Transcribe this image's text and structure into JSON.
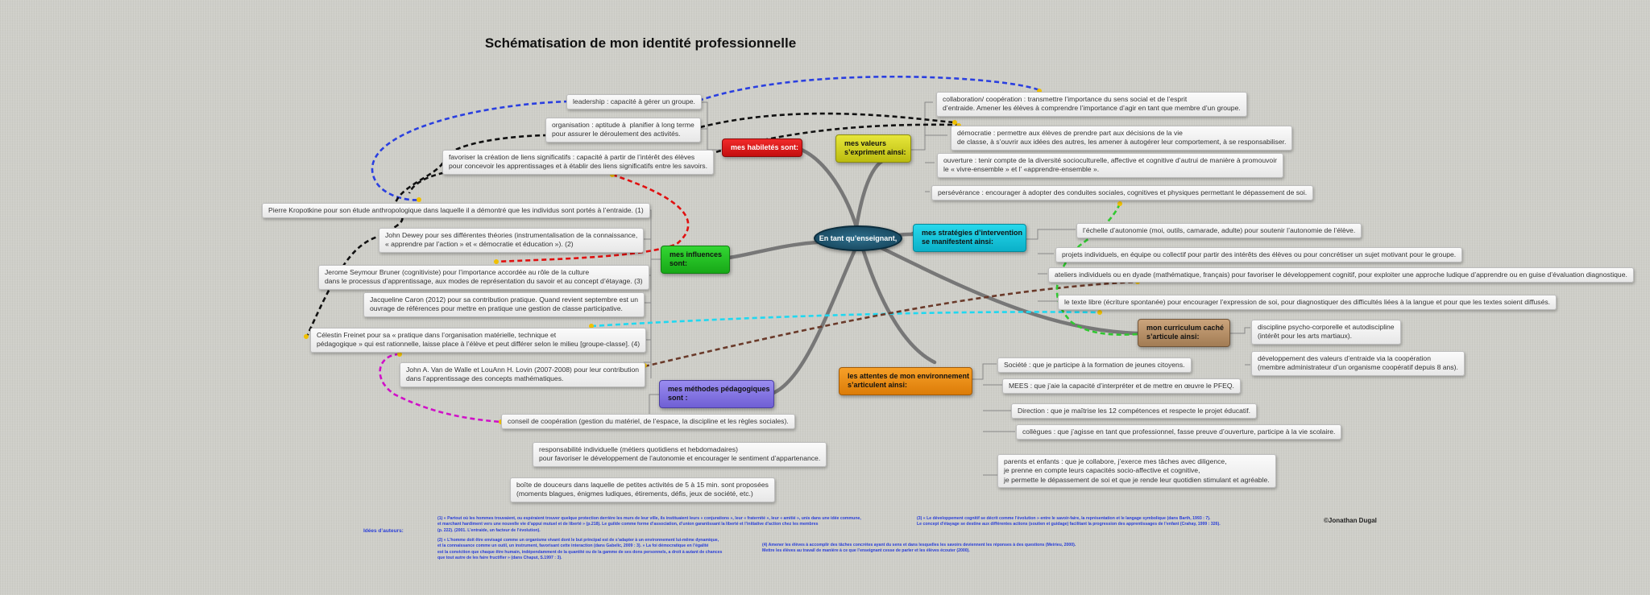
{
  "title": "Schématisation de mon identité professionnelle",
  "center": "En tant qu’enseignant,",
  "categories": {
    "habiletes": "mes habiletés sont:",
    "valeurs": "mes valeurs\ns’expriment ainsi:",
    "influences": "mes influences\nsont:",
    "strategies": "mes stratégies d’intervention\nse manifestent ainsi:",
    "methodes": "mes méthodes pédagogiques\nsont :",
    "attentes": "les attentes de mon environnement\ns’articulent ainsi:",
    "curriculum": "mon curriculum caché\ns’articule ainsi:"
  },
  "habiletes_items": [
    "leadership : capacité à gérer un groupe.",
    "organisation : aptitude à  planifier à long terme\npour assurer le déroulement des activités.",
    "favoriser la création de liens significatifs : capacité à partir de l’intérêt des élèves\npour concevoir les apprentissages et à établir des liens significatifs entre les savoirs."
  ],
  "valeurs_items": [
    "collaboration/ coopération : transmettre l’importance du sens social et de l’esprit\nd’entraide. Amener les élèves à comprendre l’importance d’agir en tant que membre d’un groupe.",
    "démocratie : permettre aux élèves de prendre part aux décisions de la vie\nde classe, à s’ouvrir aux idées des autres, les amener à autogérer leur comportement, à se responsabiliser.",
    "ouverture : tenir compte de la diversité socioculturelle, affective et cognitive d’autrui de manière à promouvoir\nle « vivre-ensemble » et l’ «apprendre-ensemble ».",
    "persévérance : encourager à adopter des conduites sociales, cognitives et physiques permettant le dépassement de soi."
  ],
  "influences_items": [
    "Pierre Kropotkine pour son étude anthropologique dans laquelle il a démontré que les individus sont portés à l’entraide. (1)",
    "John Dewey pour ses différentes théories (instrumentalisation de la connaissance,\n« apprendre par l’action » et « démocratie et éducation »). (2)",
    "Jerome Seymour Bruner (cognitiviste) pour l’importance accordée au rôle de la culture\ndans le processus d’apprentissage, aux modes de représentation du savoir et au concept d’étayage. (3)",
    "Jacqueline Caron (2012) pour sa contribution pratique. Quand revient septembre est un\nouvrage de références pour mettre en pratique une gestion de classe participative.",
    "Célestin Freinet pour sa « pratique dans l’organisation matérielle, technique et\npédagogique » qui est rationnelle, laisse place à l’élève et peut différer selon le milieu [groupe-classe]. (4)",
    "John A. Van de Walle et LouAnn H. Lovin (2007-2008) pour leur contribution\ndans l’apprentissage des concepts mathématiques."
  ],
  "strategies_items": [
    "l’échelle d’autonomie (moi, outils, camarade, adulte) pour soutenir l’autonomie de l’élève.",
    "projets individuels, en équipe ou collectif pour partir des intérêts des élèves ou pour concrétiser un sujet motivant pour le groupe.",
    "ateliers individuels ou en dyade (mathématique, français) pour favoriser le développement cognitif, pour exploiter une approche ludique d’apprendre ou en guise d’évaluation diagnostique.",
    "le texte libre (écriture spontanée) pour encourager l’expression de soi, pour diagnostiquer des difficultés liées à la langue et pour que les textes soient diffusés."
  ],
  "curriculum_items": [
    "discipline psycho-corporelle et autodiscipline\n(intérêt pour les arts martiaux).",
    "développement des valeurs d’entraide via la coopération\n(membre administrateur d’un organisme coopératif depuis 8 ans)."
  ],
  "attentes_items": [
    "Société : que je participe à la formation de jeunes citoyens.",
    "MEES : que j’aie la capacité d’interpréter et de mettre en œuvre le PFEQ.",
    "Direction : que je maîtrise les 12 compétences et respecte le projet éducatif.",
    "collègues : que j’agisse en tant que professionnel, fasse preuve d’ouverture, participe à la vie scolaire.",
    "parents et enfants : que je collabore, j’exerce mes tâches avec diligence,\nje prenne en compte leurs capacités socio-affective et cognitive,\nje permette le dépassement de soi et que je rende leur quotidien stimulant et agréable."
  ],
  "methodes_items": [
    "conseil de coopération (gestion du matériel, de l’espace, la discipline et les règles sociales).",
    "responsabilité individuelle (métiers quotidiens et hebdomadaires)\npour favoriser le développement de l’autonomie et encourager le sentiment d’appartenance.",
    "boîte de douceurs dans laquelle de petites activités de 5 à 15 min. sont proposées\n(moments blagues, énigmes ludiques, étirements, défis, jeux de société, etc.)"
  ],
  "footer": {
    "label": "Idées d’auteurs:",
    "note1": "(1) « Partout où les hommes trouvaient, ou espéraient trouver quelque protection derrière les murs de leur ville, ils instituaient leurs « conjurations », leur « fraternité », leur « amitié », unis dans une idée commune,\net marchant hardiment vers une nouvelle vie d’appui mutuel et de liberté » (p.218). Le guilde comme forme d’association, d’union garantissant la liberté et l’initiative d’action chez les membres\n(p. 222). (2001. L’entraide, un facteur de l’évolution).",
    "note2": "(2) « L’homme doit être envisagé comme un organisme vivant dont le but principal est de s’adapter à un environnement lui-même dynamique,\net la connaissance comme un outil, un instrument, favorisant cette interaction (dans Gabelic, 2009 : 3). » La foi démocratique en l’égalité\nest la conviction que chaque être humain, indépendamment de la quantité ou de la gamme de ses dons personnels, a droit à autant de chances\nque tout autre de les faire fructifier » (dans Chaput, S.1997 : 3).",
    "note3": "(3) « Le développement cognitif se décrit comme l’évolution » entre le savoir-faire, la représentation et le langage symbolique (dans Barth, 1993 : 7).\nLe concept d’étayage se destine aux différentes actions (soutien et guidage) facilitant la progression des apprentissages de l’enfant (Crahay, 1999 : 326).",
    "note4": "(4) Amener les élèves à accomplir des tâches concrètes ayant du sens et dans lesquelles les savoirs deviennent les réponses à des questions (Meirieu, 2000).\nMettre les élèves au travail de manière à ce que l’enseignant cesse de parler et les élèves écouter (2000).",
    "copyright": "©Jonathan Dugal"
  }
}
